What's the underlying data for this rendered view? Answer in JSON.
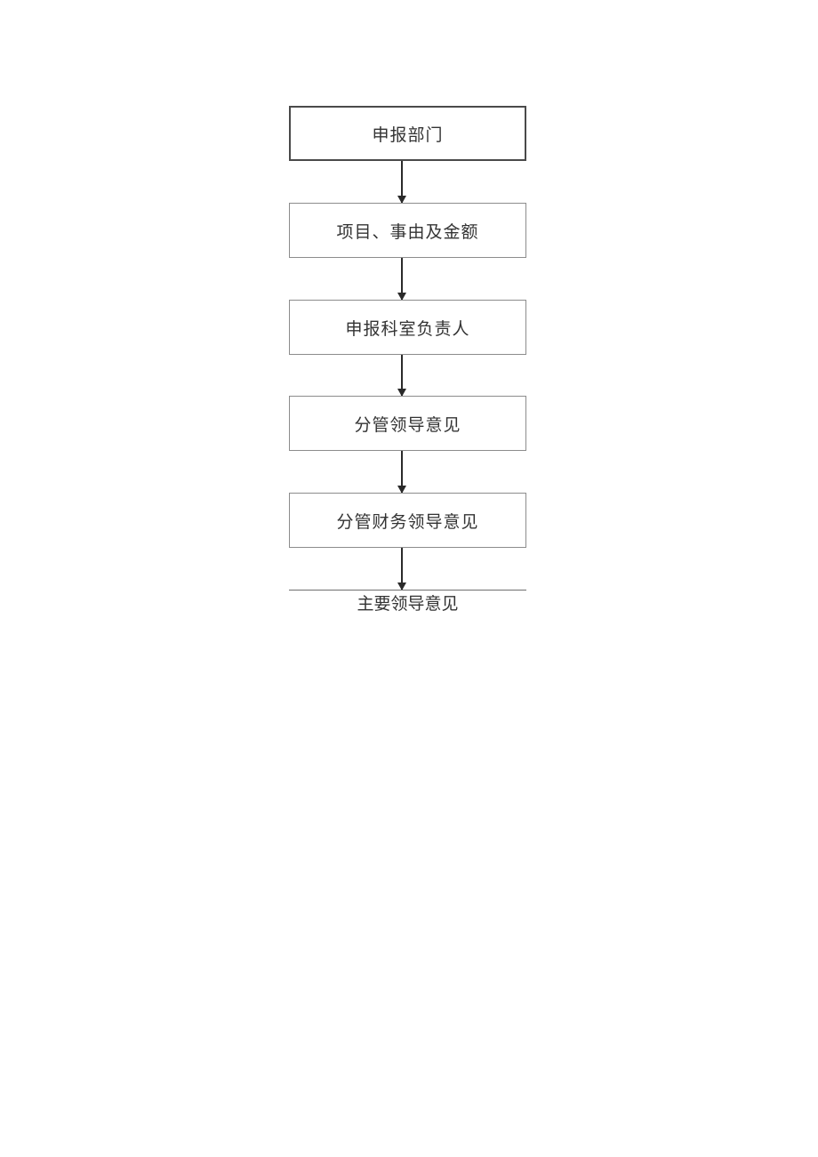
{
  "diagram": {
    "type": "flowchart",
    "direction": "top-to-bottom",
    "steps": [
      {
        "label": "申报部门"
      },
      {
        "label": "项目、事由及金额"
      },
      {
        "label": "申报科室负责人"
      },
      {
        "label": "分管领导意见"
      },
      {
        "label": "分管财务领导意见"
      }
    ],
    "final_step": {
      "label": "主要领导意见"
    },
    "colors": {
      "box_border_first": "#4a4a4a",
      "box_border": "#8c8c8c",
      "arrow": "#2a2a2a",
      "text": "#333333",
      "background": "#ffffff"
    }
  }
}
